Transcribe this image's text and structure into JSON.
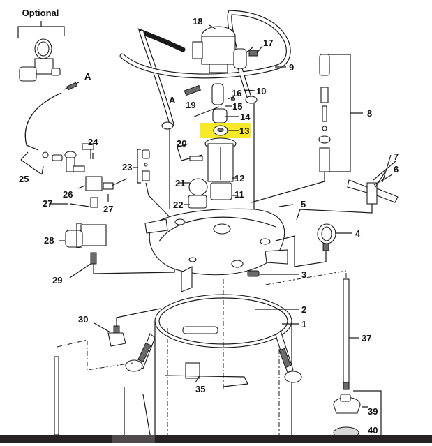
{
  "diagram": {
    "title": "Pressure tank exploded parts diagram",
    "optional_label": "Optional",
    "connection_marker": "A",
    "highlight": {
      "part": "13",
      "color": "#f7ea2b"
    },
    "callouts": [
      {
        "id": "1",
        "label": "1"
      },
      {
        "id": "2",
        "label": "2"
      },
      {
        "id": "3",
        "label": "3"
      },
      {
        "id": "4",
        "label": "4"
      },
      {
        "id": "5",
        "label": "5"
      },
      {
        "id": "6",
        "label": "6"
      },
      {
        "id": "7",
        "label": "7"
      },
      {
        "id": "8",
        "label": "8"
      },
      {
        "id": "9",
        "label": "9"
      },
      {
        "id": "10",
        "label": "10"
      },
      {
        "id": "11",
        "label": "11"
      },
      {
        "id": "12",
        "label": "12"
      },
      {
        "id": "13",
        "label": "13"
      },
      {
        "id": "14",
        "label": "14"
      },
      {
        "id": "15",
        "label": "15"
      },
      {
        "id": "16",
        "label": "16"
      },
      {
        "id": "17",
        "label": "17"
      },
      {
        "id": "18",
        "label": "18"
      },
      {
        "id": "19",
        "label": "19"
      },
      {
        "id": "20",
        "label": "20"
      },
      {
        "id": "21",
        "label": "21"
      },
      {
        "id": "22",
        "label": "22"
      },
      {
        "id": "23",
        "label": "23"
      },
      {
        "id": "24",
        "label": "24"
      },
      {
        "id": "25",
        "label": "25"
      },
      {
        "id": "26",
        "label": "26"
      },
      {
        "id": "27a",
        "label": "27"
      },
      {
        "id": "27b",
        "label": "27"
      },
      {
        "id": "28",
        "label": "28"
      },
      {
        "id": "29",
        "label": "29"
      },
      {
        "id": "30",
        "label": "30"
      },
      {
        "id": "35",
        "label": "35"
      },
      {
        "id": "37",
        "label": "37"
      },
      {
        "id": "39",
        "label": "39"
      },
      {
        "id": "40",
        "label": "40"
      }
    ]
  },
  "viewer": {
    "scrollbar": "horizontal-scrollbar"
  }
}
